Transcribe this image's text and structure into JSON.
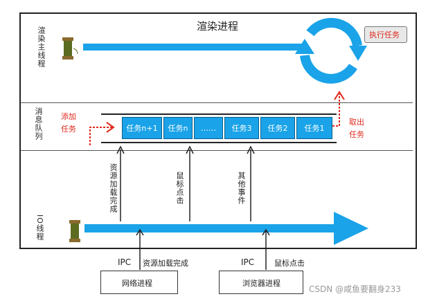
{
  "render_process": {
    "title": "渲染进程"
  },
  "main_thread": {
    "label": "渲染主线程",
    "exec_label": "执行任务"
  },
  "queue": {
    "label": "消息队列",
    "add_label": "添加任务",
    "take_label": "取出任务",
    "tasks": [
      "任务n+1",
      "任务n",
      "……",
      "任务3",
      "任务2",
      "任务1"
    ]
  },
  "events": [
    "资源加载完成",
    "鼠标点击",
    "其他事件"
  ],
  "io_thread": {
    "label": "IO线程"
  },
  "ipc": [
    {
      "label": "IPC",
      "desc": "资源加载完成"
    },
    {
      "label": "IPC",
      "desc": "鼠标点击"
    }
  ],
  "processes": {
    "network": "网络进程",
    "browser": "浏览器进程"
  },
  "watermark": "CSDN @咸鱼要翻身233",
  "colors": {
    "accent_blue": "#1aa3e8",
    "accent_red": "#e0271b"
  }
}
